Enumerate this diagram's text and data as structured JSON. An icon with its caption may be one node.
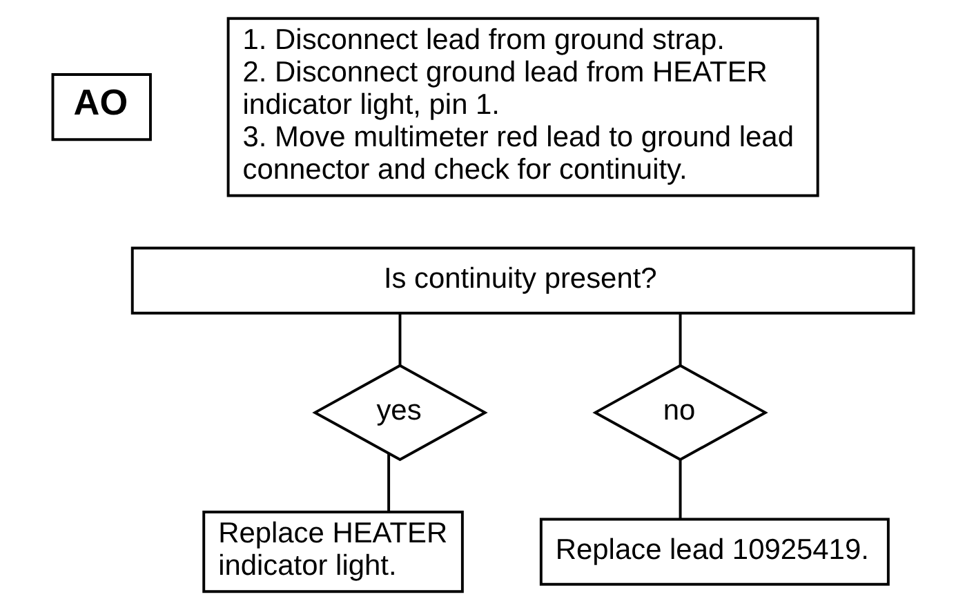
{
  "diagram": {
    "nodes": [
      {
        "text": [
          "AO"
        ]
      },
      {
        "text": [
          "1. Disconnect lead from ground strap.",
          "2. Disconnect ground lead from HEATER indicator light, pin 1.",
          "3. Move multimeter red lead to ground lead connector and check for continuity."
        ]
      },
      {
        "text": [
          "Is continuity present?"
        ]
      },
      {
        "text": [
          "yes"
        ]
      },
      {
        "text": [
          "no"
        ]
      },
      {
        "text": [
          "Replace HEATER indicator light."
        ]
      },
      {
        "text": [
          "Replace lead 10925419."
        ]
      }
    ],
    "edges": [
      {
        "from": 2,
        "to": 3,
        "arrow": "none"
      },
      {
        "from": 3,
        "to": 5,
        "arrow": "none"
      },
      {
        "from": 2,
        "to": 4,
        "arrow": "none"
      },
      {
        "from": 4,
        "to": 6,
        "arrow": "none"
      }
    ]
  }
}
